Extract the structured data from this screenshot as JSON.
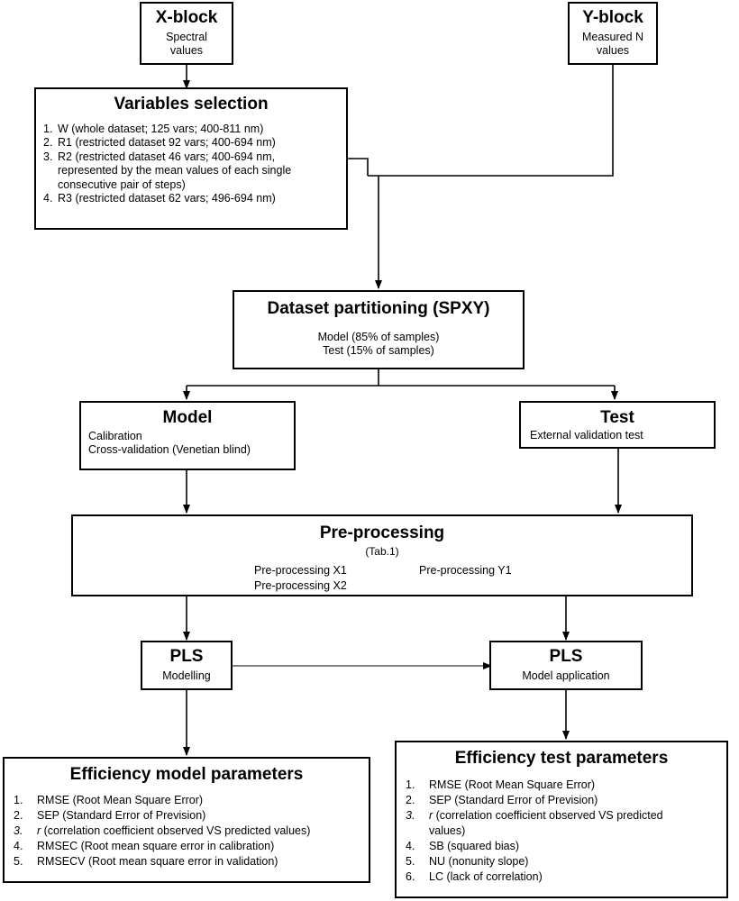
{
  "xblock": {
    "title": "X-block",
    "lines": [
      "Spectral",
      "values"
    ]
  },
  "yblock": {
    "title": "Y-block",
    "lines": [
      "Measured N",
      "values"
    ]
  },
  "varsel": {
    "title": "Variables selection",
    "items": [
      [
        "1.",
        "W (whole dataset; 125 vars; 400-811 nm)"
      ],
      [
        "2.",
        "R1 (restricted dataset 92 vars; 400-694 nm)"
      ],
      [
        "3.",
        "R2 (restricted dataset 46 vars; 400-694 nm,"
      ],
      [
        "",
        "represented by the mean values of each single"
      ],
      [
        "",
        "consecutive pair of steps)"
      ],
      [
        "4.",
        "R3 (restricted dataset 62 vars; 496-694 nm)"
      ]
    ]
  },
  "partition": {
    "title": "Dataset partitioning (SPXY)",
    "lines": [
      "Model (85% of samples)",
      "Test (15% of samples)"
    ]
  },
  "model": {
    "title": "Model",
    "lines": [
      "Calibration",
      "Cross-validation (Venetian blind)"
    ]
  },
  "test": {
    "title": "Test",
    "lines": [
      "External validation test"
    ]
  },
  "preproc": {
    "title": "Pre-processing",
    "ref": "(Tab.1)",
    "x1": "Pre-processing X1",
    "x2": "Pre-processing X2",
    "y1": "Pre-processing Y1"
  },
  "pls_left": {
    "title": "PLS",
    "sub": "Modelling"
  },
  "pls_right": {
    "title": "PLS",
    "sub": "Model application"
  },
  "eff_model": {
    "title": "Efficiency model parameters",
    "items": [
      [
        "1.",
        "",
        "RMSE (Root Mean Square Error)"
      ],
      [
        "2.",
        "",
        "SEP (Standard Error of Prevision)"
      ],
      [
        "3.",
        "r",
        " (correlation coefficient observed VS predicted values)"
      ],
      [
        "4.",
        "",
        "RMSEC (Root mean square error in calibration)"
      ],
      [
        "5.",
        "",
        "RMSECV  (Root mean square error in validation)"
      ]
    ]
  },
  "eff_test": {
    "title": "Efficiency test parameters",
    "items": [
      [
        "1.",
        "",
        "RMSE (Root Mean Square Error)"
      ],
      [
        "2.",
        "",
        "SEP (Standard Error of Prevision)"
      ],
      [
        "3.",
        "r",
        " (correlation coefficient observed VS predicted"
      ],
      [
        "",
        "",
        "values)"
      ],
      [
        "4.",
        "",
        "SB (squared bias)"
      ],
      [
        "5.",
        "",
        "NU (nonunity slope)"
      ],
      [
        "6.",
        "",
        "LC (lack of correlation)"
      ]
    ]
  }
}
